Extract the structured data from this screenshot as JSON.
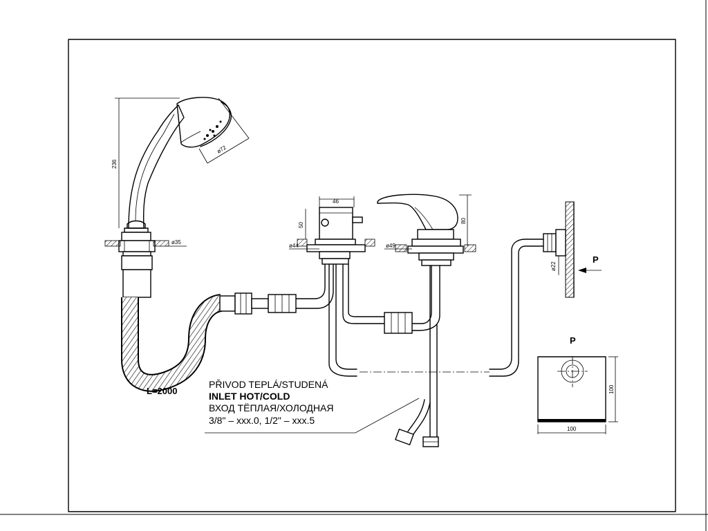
{
  "dimensions": {
    "handshower_length": "236",
    "head_diameter": "ø72",
    "shower_base_diameter": "ø35",
    "diverter_width": "46",
    "diverter_height": "50",
    "diverter_base_diameter": "ø44",
    "mixer_height": "80",
    "mixer_base_diameter": "ø49",
    "wall_pipe_diameter": "ø22",
    "plate_width": "100",
    "plate_height": "100"
  },
  "labels": {
    "hose_length": "L=2000",
    "wall_view": "P",
    "plate_view": "P"
  },
  "note": {
    "line1": "PŘIVOD TEPLÁ/STUDENÁ",
    "line2": "INLET HOT/COLD",
    "line3": "ВХОД ТЁПЛАЯ/ХОЛОДНАЯ",
    "line4": "3/8\" – xxx.0, 1/2\" – xxx.5"
  }
}
